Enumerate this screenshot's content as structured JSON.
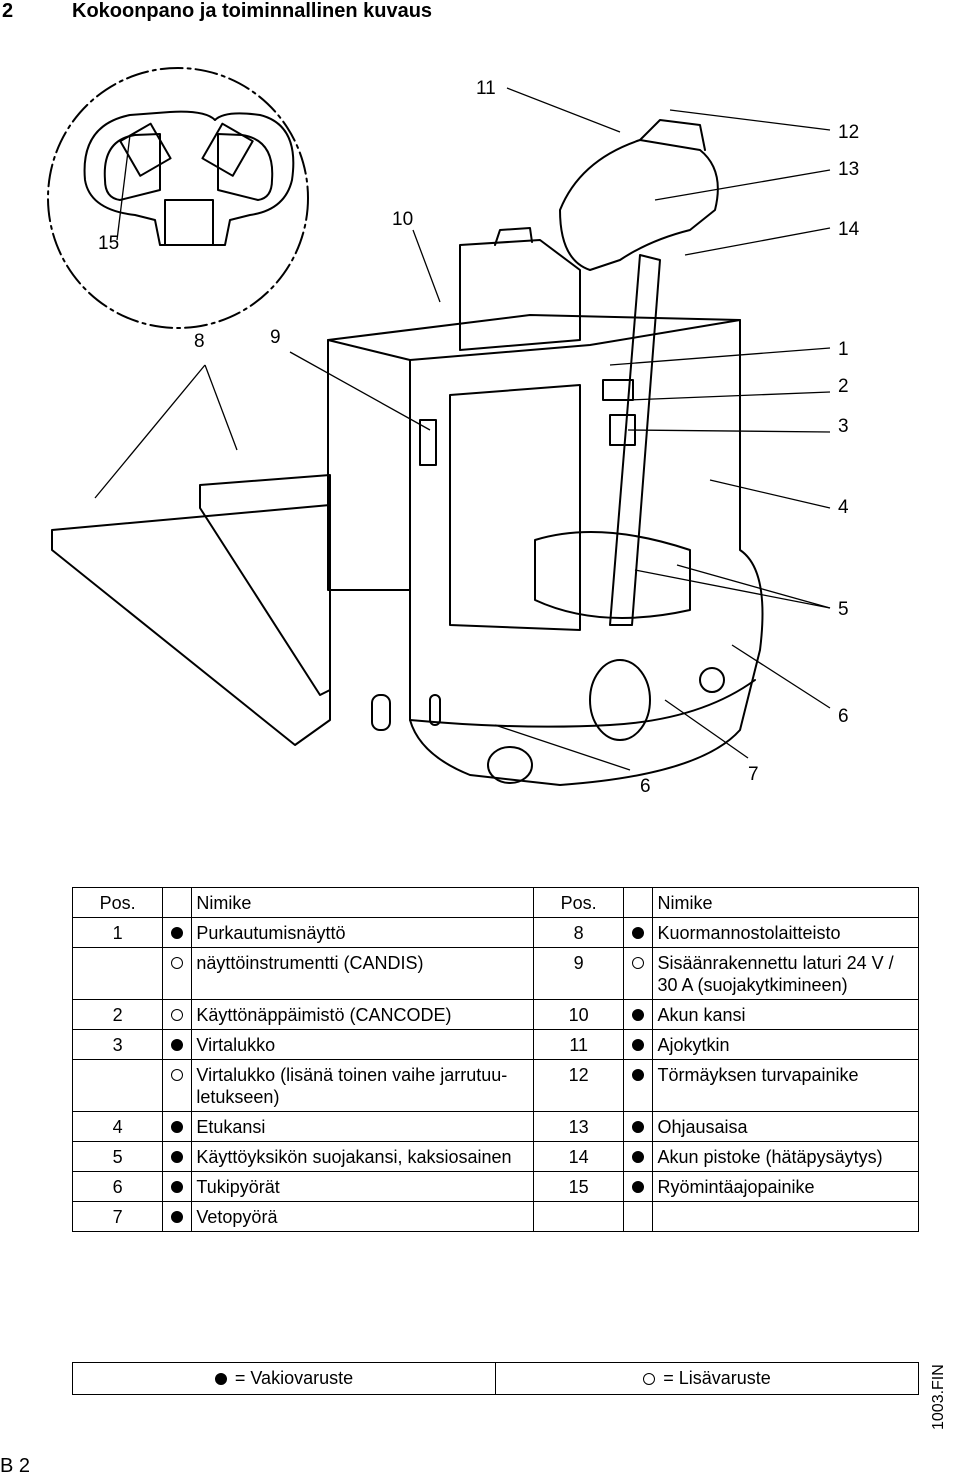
{
  "header": {
    "number": "2",
    "title": "Kokoonpano ja toiminnallinen kuvaus"
  },
  "figure": {
    "callouts": [
      "11",
      "12",
      "13",
      "10",
      "14",
      "15",
      "8",
      "9",
      "1",
      "2",
      "3",
      "4",
      "5",
      "6",
      "6",
      "7"
    ]
  },
  "table": {
    "col_pos": "Pos.",
    "col_name": "Nimike",
    "rows": [
      {
        "left": {
          "pos": "1",
          "mark": "std",
          "name": "Purkautumisnäyttö"
        },
        "right": {
          "pos": "8",
          "mark": "std",
          "name": "Kuormannostolaitteisto"
        }
      },
      {
        "left": {
          "pos": "",
          "mark": "opt",
          "name": "näyttöinstrumentti (CANDIS)"
        },
        "right": {
          "pos": "9",
          "mark": "opt",
          "name": "Sisäänrakennettu laturi 24 V / 30 A (suojakytkimineen)"
        }
      },
      {
        "left": {
          "pos": "2",
          "mark": "opt",
          "name": "Käyttönäppäimistö (CANCODE)"
        },
        "right": {
          "pos": "10",
          "mark": "std",
          "name": "Akun kansi"
        }
      },
      {
        "left": {
          "pos": "3",
          "mark": "std",
          "name": "Virtalukko"
        },
        "right": {
          "pos": "11",
          "mark": "std",
          "name": "Ajokytkin"
        }
      },
      {
        "left": {
          "pos": "",
          "mark": "opt",
          "name": "Virtalukko (lisänä toinen vaihe jarrutuu-letukseen)"
        },
        "right": {
          "pos": "12",
          "mark": "std",
          "name": "Törmäyksen turvapainike"
        }
      },
      {
        "left": {
          "pos": "4",
          "mark": "std",
          "name": "Etukansi"
        },
        "right": {
          "pos": "13",
          "mark": "std",
          "name": "Ohjausaisa"
        }
      },
      {
        "left": {
          "pos": "5",
          "mark": "std",
          "name": "Käyttöyksikön suojakansi, kaksiosainen"
        },
        "right": {
          "pos": "14",
          "mark": "std",
          "name": "Akun pistoke (hätäpysäytys)"
        }
      },
      {
        "left": {
          "pos": "6",
          "mark": "std",
          "name": "Tukipyörät"
        },
        "right": {
          "pos": "15",
          "mark": "std",
          "name": "Ryömintäajopainike"
        }
      },
      {
        "left": {
          "pos": "7",
          "mark": "std",
          "name": "Vetopyörä"
        },
        "right": {
          "pos": "",
          "mark": "",
          "name": ""
        }
      }
    ]
  },
  "legend": {
    "standard": "= Vakiovaruste",
    "optional": "= Lisävaruste"
  },
  "side_code": "1003.FIN",
  "page_number": "B 2"
}
